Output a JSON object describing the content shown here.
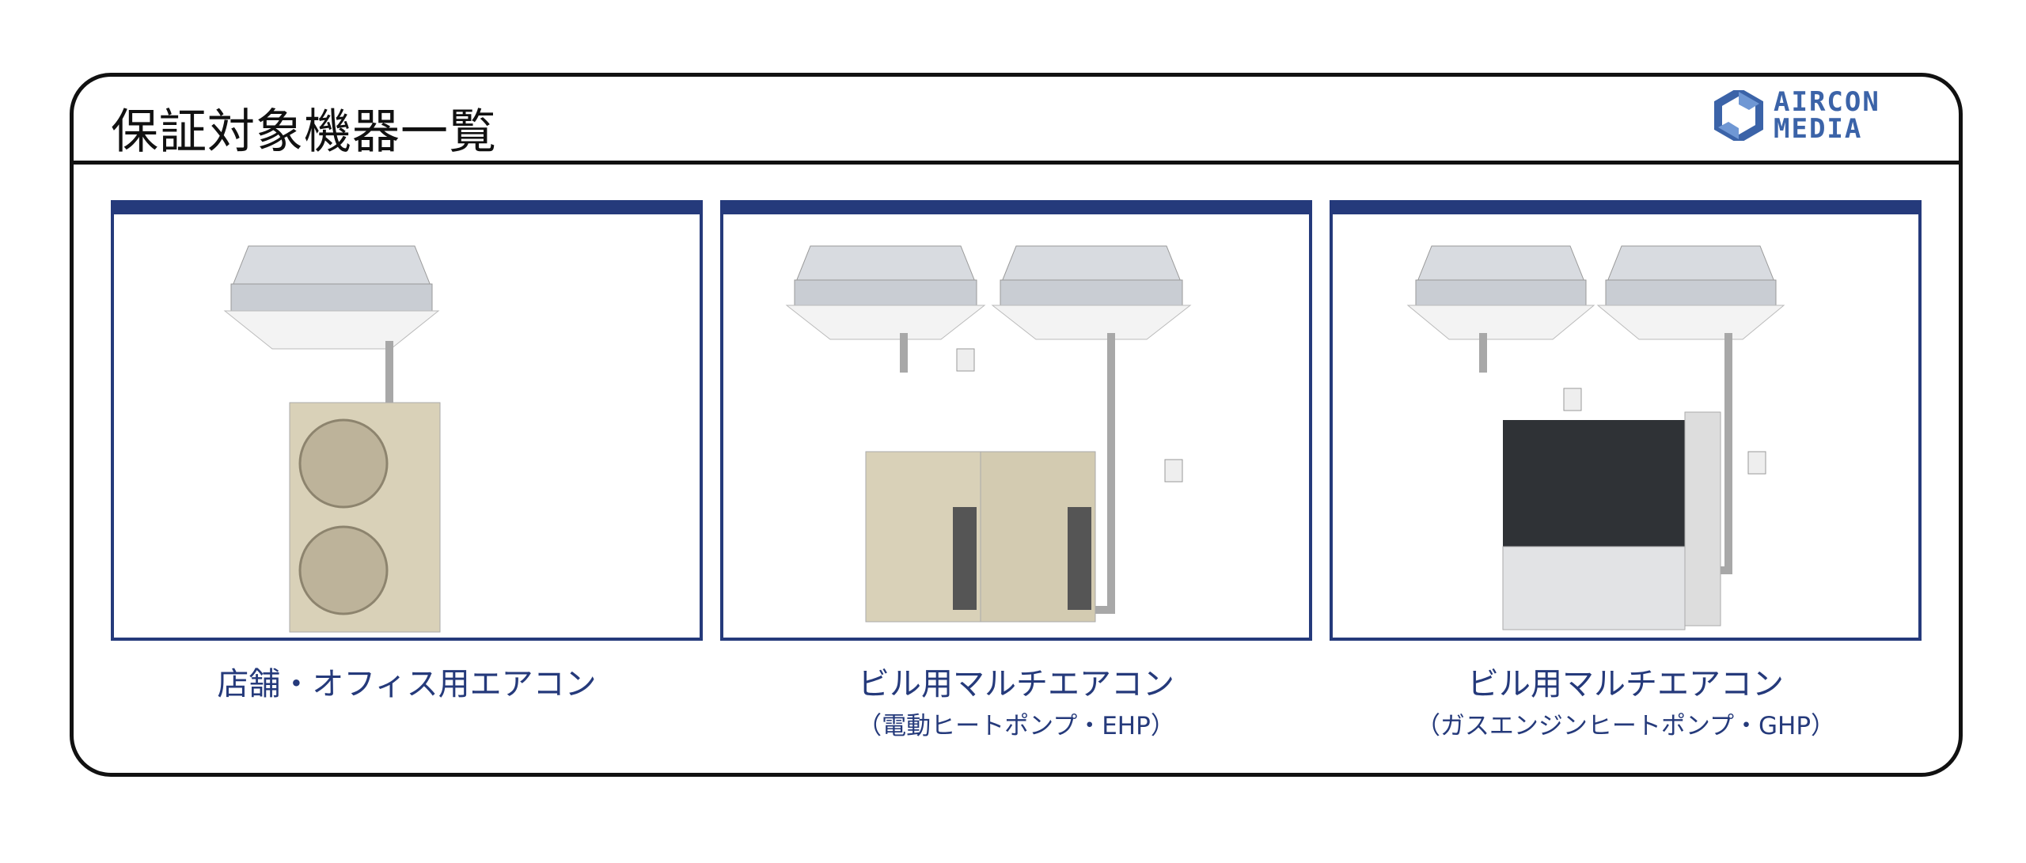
{
  "header": {
    "title": "保証対象機器一覧",
    "logo_text": [
      "AIRCON",
      "MEDIA"
    ]
  },
  "colors": {
    "navy": "#253a7b",
    "logo": "#3b63a8"
  },
  "panels": [
    {
      "label": "店舗・オフィス用エアコン",
      "sublabel": ""
    },
    {
      "label": "ビル用マルチエアコン",
      "sublabel": "（電動ヒートポンプ・EHP）"
    },
    {
      "label": "ビル用マルチエアコン",
      "sublabel": "（ガスエンジンヒートポンプ・GHP）"
    }
  ]
}
